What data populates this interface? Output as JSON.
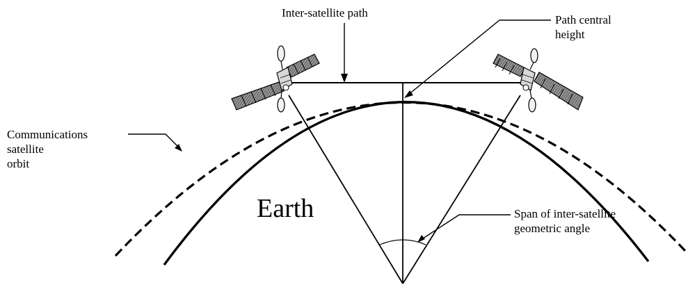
{
  "labels": {
    "inter_satellite_path": "Inter-satellite path",
    "path_central_height_line1": "Path central",
    "path_central_height_line2": "height",
    "orbit_line1": "Communications",
    "orbit_line2": "satellite",
    "orbit_line3": "orbit",
    "earth": "Earth",
    "span_line1": "Span of inter-satellite",
    "span_line2": "geometric angle"
  },
  "colors": {
    "ink": "#000000",
    "panel_fill": "#8c8c8c",
    "background": "#ffffff"
  },
  "icons": {
    "left_satellite": "satellite-icon",
    "right_satellite": "satellite-icon"
  }
}
